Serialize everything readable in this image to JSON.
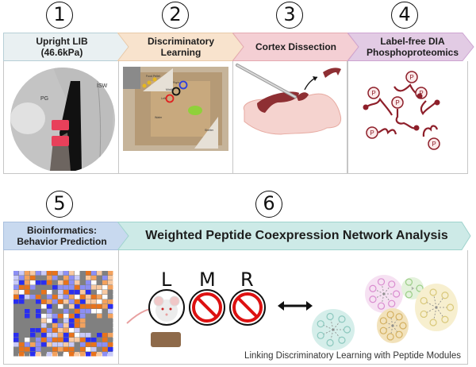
{
  "steps": [
    {
      "number": "1",
      "title": "Upright LIB\n(46.6kPa)",
      "color": "#e9f0f2",
      "border": "#b7cfd6"
    },
    {
      "number": "2",
      "title": "Discriminatory\nLearning",
      "color": "#f8e3cd",
      "border": "#e8c9a8"
    },
    {
      "number": "3",
      "title": "Cortex Dissection",
      "color": "#f4cfd4",
      "border": "#e4a9b1"
    },
    {
      "number": "4",
      "title": "Label-free DIA\nPhosphoproteomics",
      "color": "#e2cbe4",
      "border": "#cda4d1"
    },
    {
      "number": "5",
      "title": "Bioinformatics:\nBehavior Prediction",
      "color": "#c8d9ef",
      "border": "#a9c0de"
    },
    {
      "number": "6",
      "title": "Weighted Peptide Coexpression Network Analysis",
      "color": "#cdeae7",
      "border": "#9fd3cd"
    }
  ],
  "panel1": {
    "labels": {
      "pg": "PG",
      "isw": "ISW"
    }
  },
  "panel2": {
    "labels": {
      "food_pellet": "Food Pellet",
      "right": "Right",
      "middle": "Middle",
      "left": "Left",
      "water": "Water",
      "shelter": "Shelter"
    }
  },
  "panel6": {
    "choices": [
      "L",
      "M",
      "R"
    ],
    "caption": "Linking Discriminatory Learning with Peptide Modules",
    "module_colors": [
      "#d5eeea",
      "#f6e1f2",
      "#e4f2dc",
      "#f2e2bb",
      "#f7efcf"
    ]
  },
  "colors": {
    "maroon": "#8e1f2a",
    "brain_pink": "#f5d3cf",
    "heat_orange": "#e8731c",
    "heat_blue": "#2a2ef0",
    "heat_gray": "#808080"
  }
}
